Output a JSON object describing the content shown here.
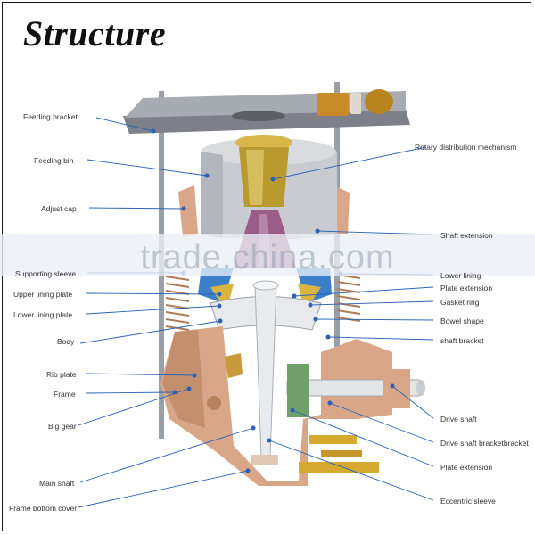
{
  "title": "Structure",
  "watermark": "trade.china.com",
  "labels": {
    "feeding_bracket": "Feeding bracket",
    "feeding_bin": "Feeding bin",
    "adjust_cap": "Adjust cap",
    "supporting_sleeve": "Supporting sleeve",
    "upper_lining_plate": "Upper lining plate",
    "lower_lining_plate": "Lower lining plate",
    "body": "Body",
    "rib_plate": "Rib plate",
    "frame": "Frame",
    "big_gear": "Big gear",
    "main_shaft": "Main shaft",
    "frame_bottom_cover": "Frame bottom cover",
    "rotary_distribution": "Rotary distribution mechanism",
    "shaft_extension": "Shaft extension",
    "lower_lining": "Lower lining",
    "plate_extension_1": "Plate extension",
    "gasket_ring": "Gasket ring",
    "bowel_shape": "Bowel shape",
    "shaft_bracket": "shaft bracket",
    "drive_shaft": "Drive shaft",
    "drive_shaft_bracket": "Drive shaft bracketbracket",
    "plate_extension_2": "Plate extension",
    "eccentric_sleeve": "Eccentric sleeve"
  },
  "colors": {
    "leader": "#2a62b8",
    "bracket": "#7d8088",
    "bin": "#c9cbd0",
    "copper": "#d9a788",
    "gold": "#c8a23a",
    "cone": "#9a5e86",
    "blue": "#3a7fc8",
    "shaft": "#e8ebee"
  }
}
